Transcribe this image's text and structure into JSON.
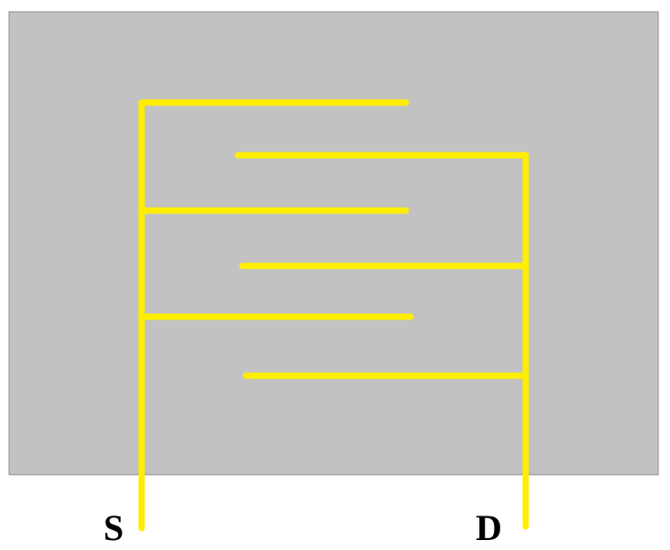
{
  "diagram": {
    "type": "interdigitated-electrode",
    "colors": {
      "background": "#ffffff",
      "substrate": "#c2c2c2",
      "substrate_border": "#8a8a8a",
      "electrode": "#ffee00",
      "label": "#000000"
    },
    "terminals": {
      "source_label": "S",
      "drain_label": "D"
    },
    "source_finger_count": 3,
    "drain_finger_count": 3
  }
}
